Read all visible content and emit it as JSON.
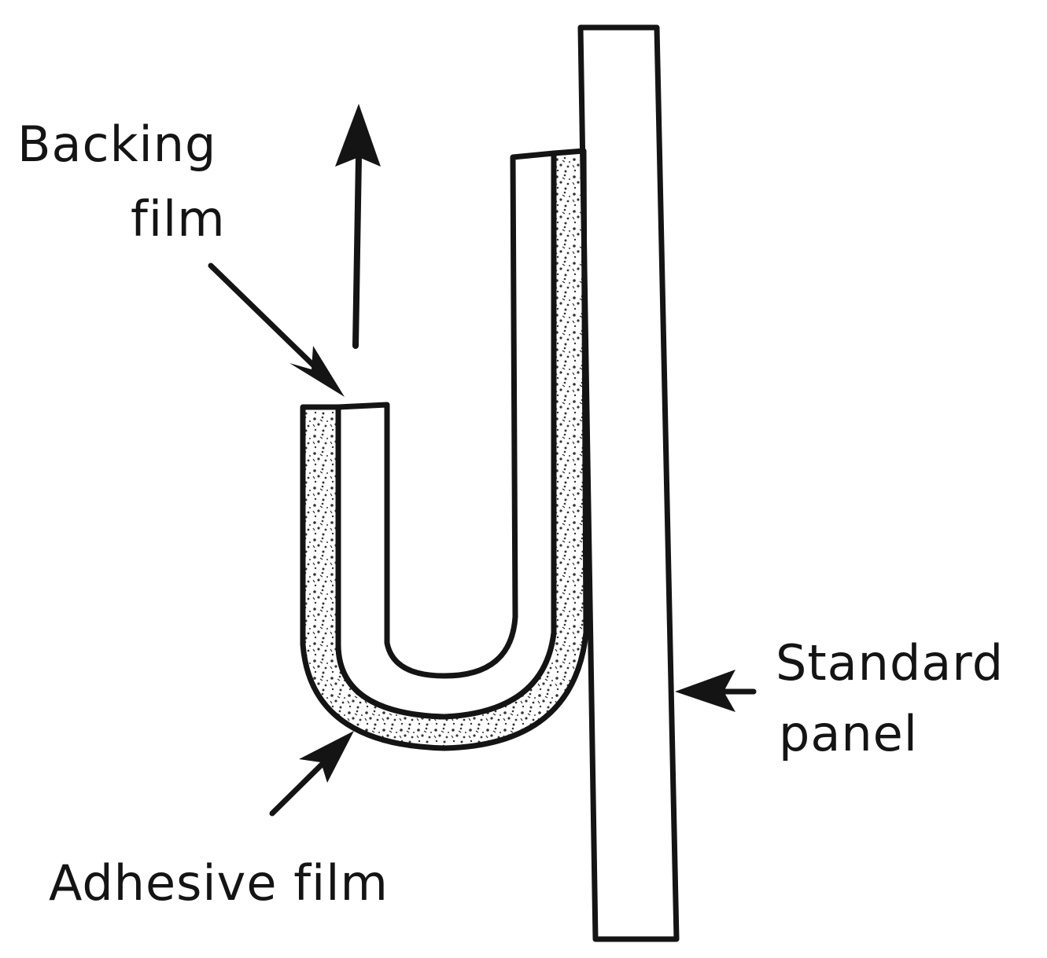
{
  "labels": {
    "backing_line1": "Backing",
    "backing_line2": "film",
    "standard_line1": "Standard",
    "standard_line2": "panel",
    "adhesive": "Adhesive film"
  },
  "colors": {
    "ink": "#141414",
    "adhesive_dot": "#333333",
    "background": "#ffffff"
  }
}
